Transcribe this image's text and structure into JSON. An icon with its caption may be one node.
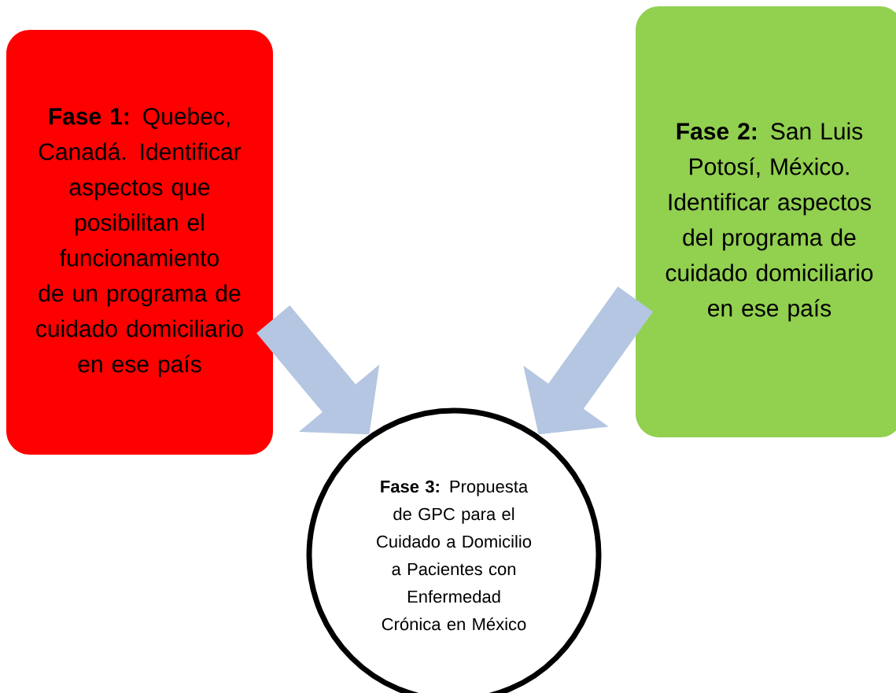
{
  "diagram": {
    "nodes": [
      {
        "text": [
          "**Fase 1:** Quebec, Canadá. Identificar aspectos que posibilitan el funcionamiento de un programa de cuidado domiciliario en ese país"
        ]
      },
      {
        "text": [
          "**Fase 2:** San Luis Potosí, México. Identificar aspectos del programa de cuidado domiciliario en ese país"
        ]
      },
      {
        "text": [
          "**Fase 3:** Propuesta de GPC para el Cuidado a Domicilio a Pacientes con Enfermedad Crónica en México"
        ]
      }
    ],
    "edges": [
      {
        "from": 0,
        "to": 2,
        "arrow": "to"
      },
      {
        "from": 1,
        "to": 2,
        "arrow": "to"
      }
    ]
  }
}
